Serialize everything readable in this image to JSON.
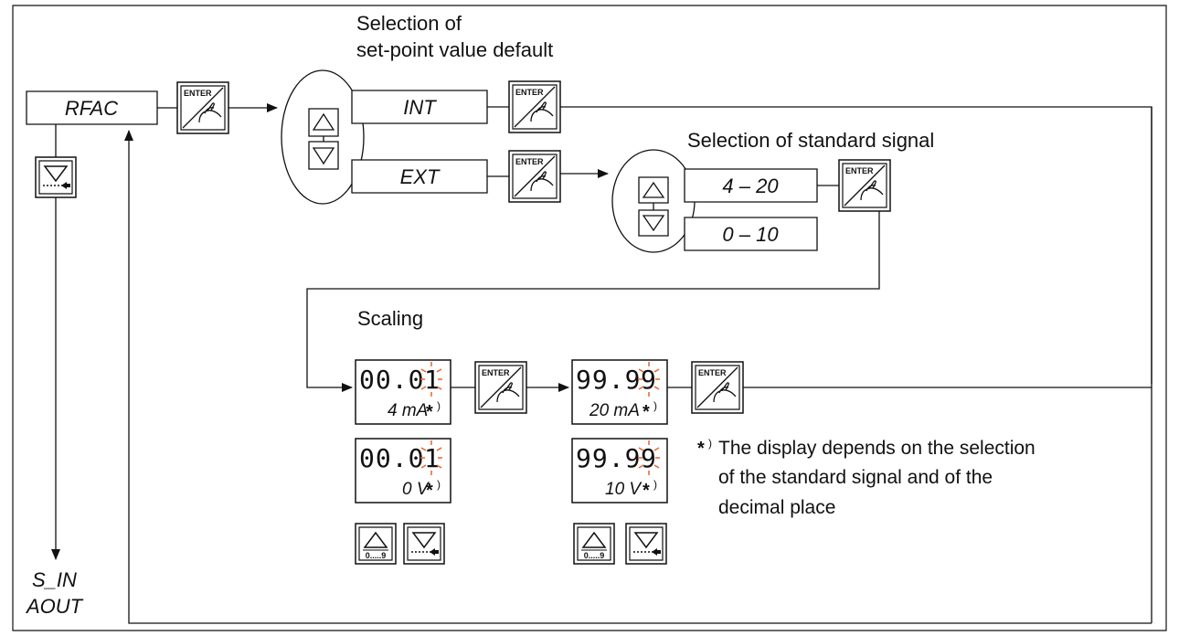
{
  "headings": {
    "selection_default_line1": "Selection of",
    "selection_default_line2": "set-point value default",
    "standard_signal": "Selection of standard signal",
    "scaling": "Scaling"
  },
  "menu": {
    "rfac": "RFAC",
    "int": "INT",
    "ext": "EXT",
    "range_4_20": "4 – 20",
    "range_0_10": "0 – 10",
    "exit_line1": "S_IN",
    "exit_line2": "AOUT"
  },
  "keys": {
    "enter": "ENTER",
    "digits_range": "0.....9"
  },
  "scaling": {
    "min_value_prefix": "00.0",
    "min_value_last_digit": "1",
    "max_value_prefix": "99.9",
    "max_value_last_digit": "9",
    "min_current": "4 mA",
    "max_current": "20 mA",
    "min_voltage": "0 V",
    "max_voltage": "10 V"
  },
  "footnote": {
    "marker": "*",
    "marker_paren": ")",
    "line1": "The display depends on the selection",
    "line2": "of the standard signal and of the",
    "line3": "decimal place"
  },
  "colors": {
    "line": "#111111",
    "blink": "#e8632a"
  }
}
